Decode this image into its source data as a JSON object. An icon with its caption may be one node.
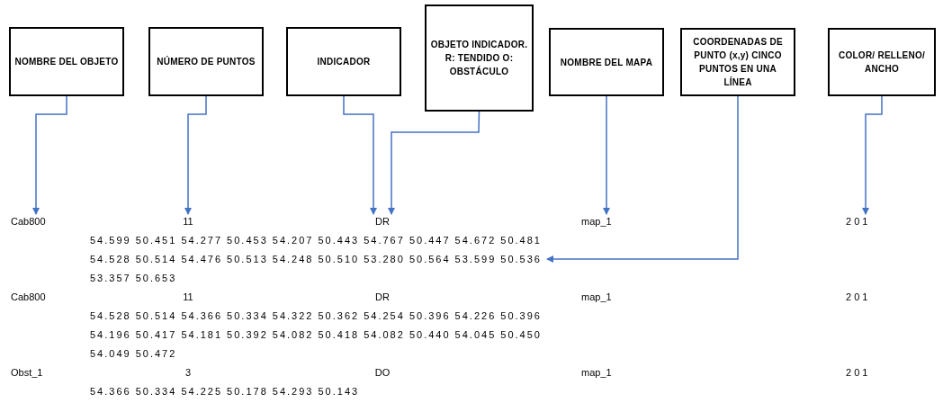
{
  "diagram": {
    "nodes": [
      {
        "text": [
          "NOMBRE DEL OBJETO"
        ]
      },
      {
        "text": [
          "NÚMERO DE PUNTOS"
        ]
      },
      {
        "text": [
          "INDICADOR"
        ]
      },
      {
        "text": [
          "OBJETO INDICADOR. R: TENDIDO O: OBSTÁCULO"
        ]
      },
      {
        "text": [
          "NOMBRE DEL MAPA"
        ]
      },
      {
        "text": [
          "COORDENADAS DE PUNTO (x,y) CINCO PUNTOS EN UNA LÍNEA"
        ]
      },
      {
        "text": [
          "COLOR/ RELLENO/ ANCHO"
        ]
      },
      {
        "text": [
          "Cab800"
        ]
      },
      {
        "text": [
          "11"
        ]
      },
      {
        "text": [
          "DR"
        ]
      },
      {
        "text": [
          "map_1"
        ]
      },
      {
        "text": [
          "54.528 50.514 54.476 50.513 54.248 50.510 53.280 50.564 53.599 50.536"
        ]
      },
      {
        "text": [
          "2 0 1"
        ]
      }
    ],
    "edges": [
      {
        "from": 0,
        "to": 7,
        "arrow": "to"
      },
      {
        "from": 1,
        "to": 8,
        "arrow": "to"
      },
      {
        "from": 2,
        "to": 9,
        "arrow": "to"
      },
      {
        "from": 3,
        "to": 9,
        "arrow": "to"
      },
      {
        "from": 4,
        "to": 10,
        "arrow": "to"
      },
      {
        "from": 5,
        "to": 11,
        "arrow": "to"
      },
      {
        "from": 6,
        "to": 12,
        "arrow": "to"
      }
    ],
    "labels": [
      "54.599 50.451 54.277 50.453 54.207 50.443 54.767 50.447 54.672 50.481",
      "53.357 50.653",
      "Cab800",
      "11",
      "DR",
      "map_1",
      "2 0 1",
      "54.528 50.514 54.366 50.334 54.322 50.362 54.254 50.396 54.226 50.396",
      "54.196 50.417 54.181 50.392 54.082 50.418 54.082 50.440 54.045 50.450",
      "54.049 50.472",
      "Obst_1",
      "3",
      "DO",
      "map_1",
      "2 0 1",
      "54.366 50.334 54.225 50.178 54.293 50.143"
    ]
  }
}
